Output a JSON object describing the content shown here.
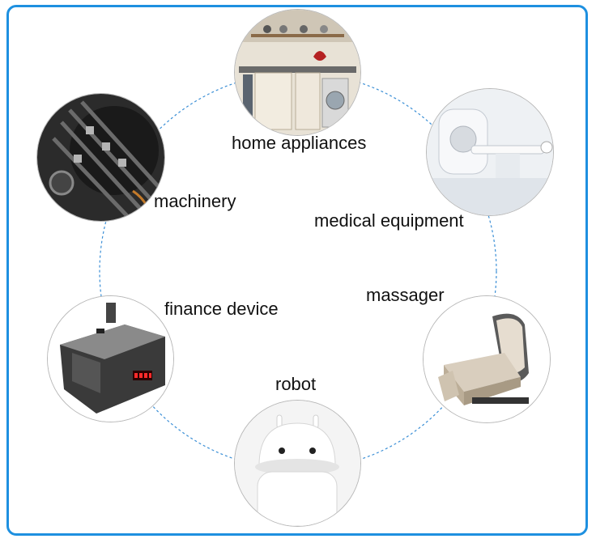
{
  "colors": {
    "frame": "#1e90e0",
    "ring": "#3b8fd6"
  },
  "items": [
    {
      "label": "home appliances",
      "icon": "kitchen-photo"
    },
    {
      "label": "medical equipment",
      "icon": "ct-scanner-photo"
    },
    {
      "label": "massager",
      "icon": "massage-chair-photo"
    },
    {
      "label": "robot",
      "icon": "robot-photo"
    },
    {
      "label": "finance device",
      "icon": "money-counter-photo"
    },
    {
      "label": "machinery",
      "icon": "machine-gears-photo"
    }
  ]
}
